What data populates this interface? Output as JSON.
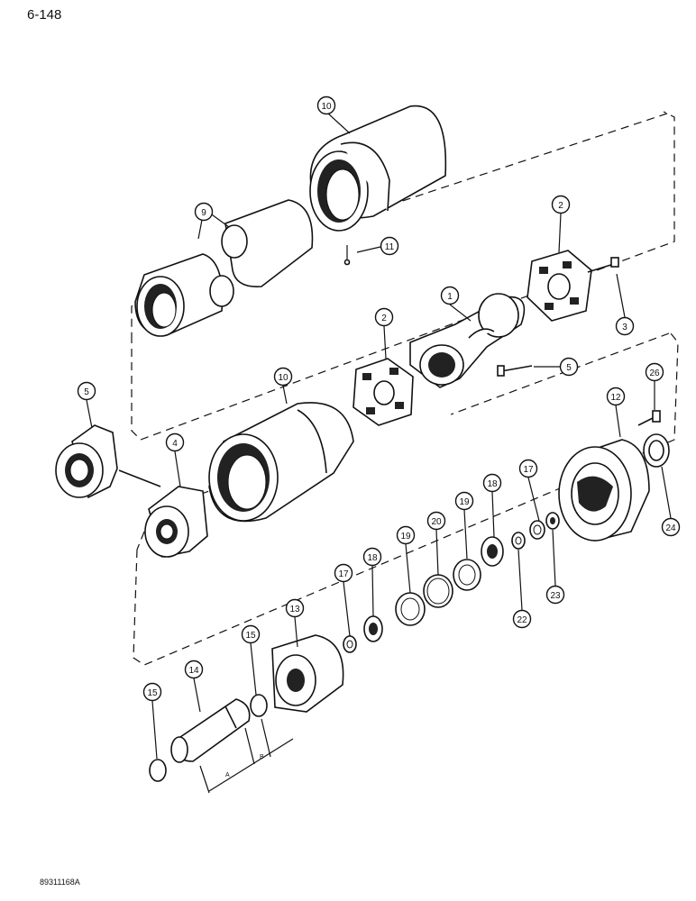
{
  "page_number": "6-148",
  "figure_code": "89311168A",
  "callouts": {
    "c10a": "10",
    "c9": "9",
    "c11": "11",
    "c2a": "2",
    "c3": "3",
    "c1": "1",
    "c2b": "2",
    "c5a": "5",
    "c5b": "5",
    "c10b": "10",
    "c26": "26",
    "c12": "12",
    "c4": "4",
    "c17a": "17",
    "c18a": "18",
    "c19a": "19",
    "c20": "20",
    "c24": "24",
    "c22": "22",
    "c23": "23",
    "c17b": "17",
    "c18b": "18",
    "c19b": "19",
    "c13": "13",
    "c15a": "15",
    "c14": "14",
    "c15b": "15"
  },
  "dimensions": {
    "a": "A",
    "b": "B"
  }
}
